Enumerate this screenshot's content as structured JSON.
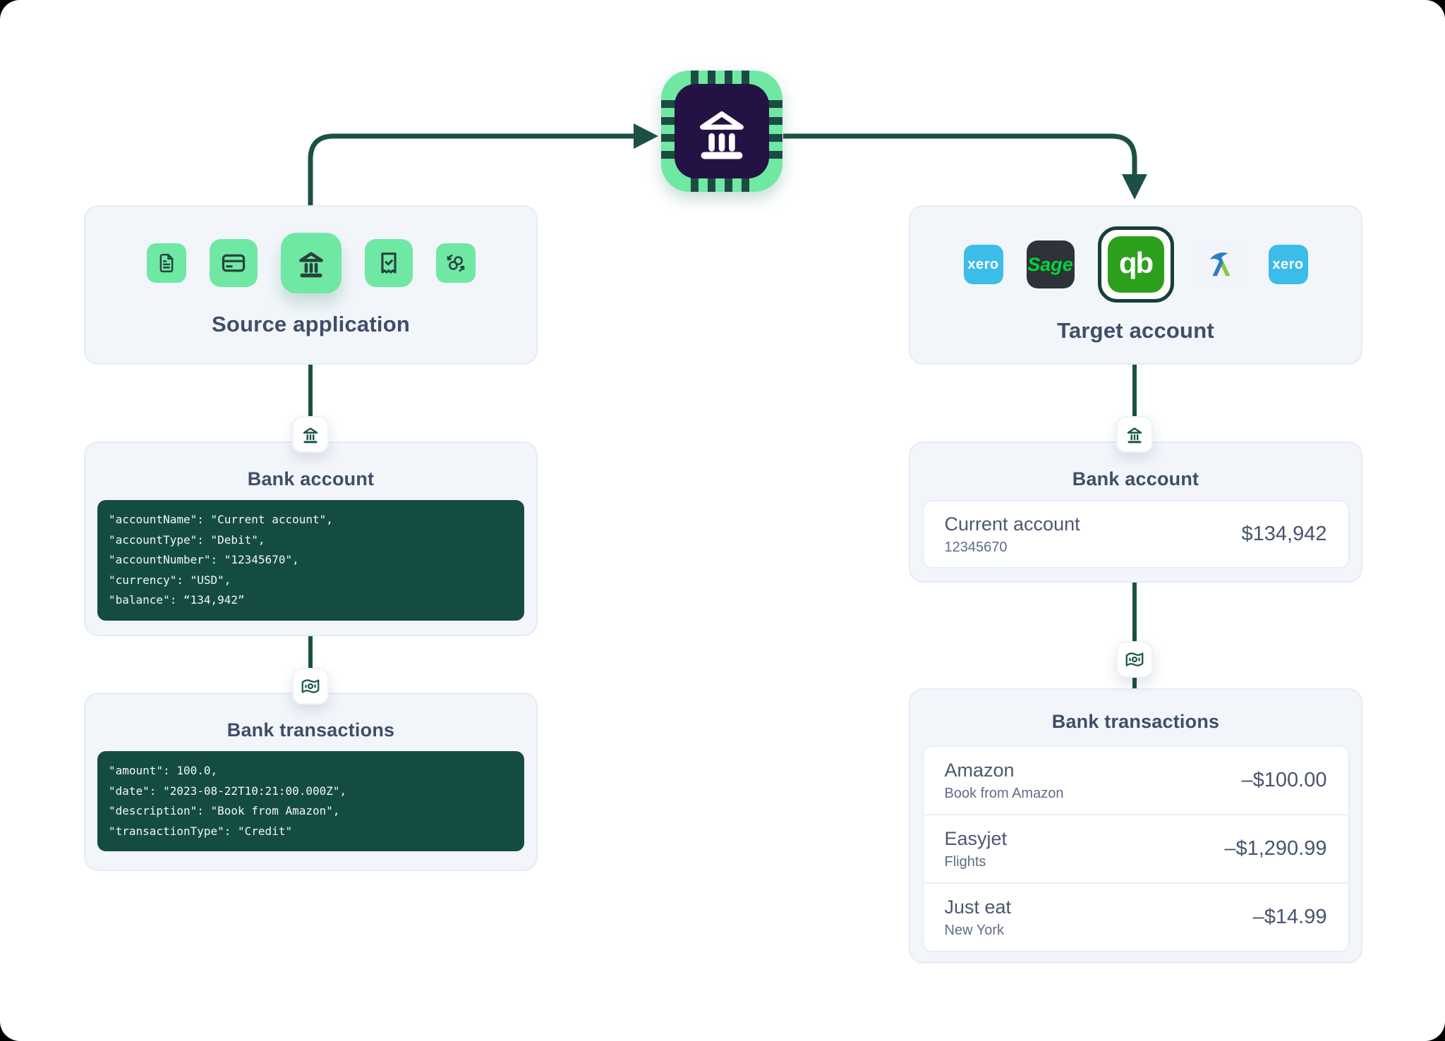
{
  "hub": {
    "icon": "bank-chip"
  },
  "source_card": {
    "title": "Source application"
  },
  "target_card": {
    "title": "Target account",
    "logos": {
      "xero": "xero",
      "sage": "Sage",
      "quickbooks": "qb",
      "xero2": "xero"
    }
  },
  "left_bank_account": {
    "title": "Bank account",
    "code": [
      "\"accountName\": \"Current account\",",
      "\"accountType\": \"Debit\",",
      "\"accountNumber\": \"12345670\",",
      "\"currency\": \"USD\",",
      "\"balance\": “134,942”"
    ]
  },
  "left_bank_transactions": {
    "title": "Bank transactions",
    "code": [
      "\"amount\": 100.0,",
      "\"date\": \"2023-08-22T10:21:00.000Z\",",
      "\"description\": \"Book from Amazon\",",
      "\"transactionType\": \"Credit\""
    ]
  },
  "right_bank_account": {
    "title": "Bank account",
    "account_name": "Current account",
    "account_number": "12345670",
    "balance": "$134,942"
  },
  "right_bank_transactions": {
    "title": "Bank transactions",
    "rows": [
      {
        "name": "Amazon",
        "description": "Book from Amazon",
        "amount": "–$100.00"
      },
      {
        "name": "Easyjet",
        "description": "Flights",
        "amount": "–$1,290.99"
      },
      {
        "name": "Just eat",
        "description": "New York",
        "amount": "–$14.99"
      }
    ]
  },
  "colors": {
    "accent_green": "#6FE8A3",
    "connector_green": "#1C5045",
    "code_background": "#154C42",
    "chip_purple": "#241245",
    "xero_blue": "#3CBCE9",
    "sage_dark": "#2D3339",
    "sage_green": "#00D63A",
    "quickbooks_green": "#2CA01C",
    "freeagent_blue": "#2D7DC3",
    "freeagent_green": "#8BC53F"
  }
}
